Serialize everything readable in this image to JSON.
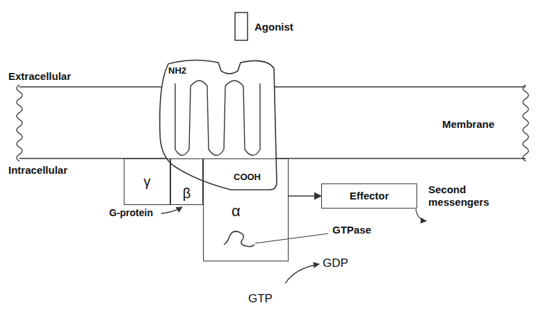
{
  "diagram": {
    "nodes": [
      {
        "text": [
          "NH2",
          "COOH"
        ]
      },
      {
        "text": [
          "γ"
        ]
      },
      {
        "text": [
          "β"
        ]
      },
      {
        "text": [
          "α"
        ]
      },
      {
        "text": [
          "Effector"
        ]
      }
    ],
    "edges": [
      {
        "from": 3,
        "to": 4,
        "arrow": "to"
      }
    ],
    "labels": [
      "Agonist",
      "Extracellular",
      "Membrane",
      "Intracellular",
      "Second messengers",
      "G-protein",
      "GTPase",
      "GDP",
      "GTP"
    ]
  }
}
